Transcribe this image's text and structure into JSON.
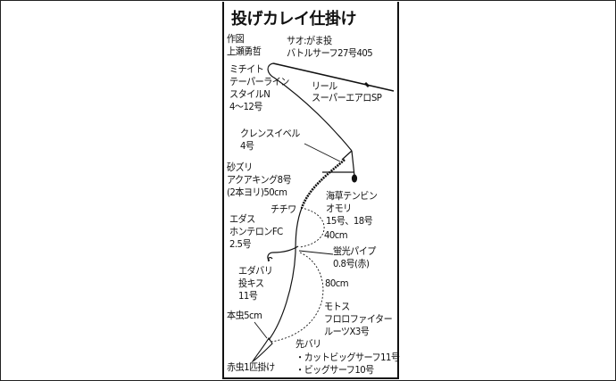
{
  "title": "投げカレイ仕掛け",
  "author": {
    "label": "作図",
    "name": "上瀬勇哲"
  },
  "rod": {
    "line1": "サオ:がま投",
    "line2": "バトルサーフ27号405"
  },
  "mainline": {
    "line1": "ミチイト",
    "line2": "テーパーライン",
    "line3": "スタイルN",
    "line4": "4〜12号"
  },
  "reel": {
    "line1": "リール",
    "line2": "スーパーエアロSP"
  },
  "swivel": {
    "line1": "クレンスイベル",
    "line2": "4号"
  },
  "shockleader": {
    "line1": "砂ズリ",
    "line2": "アクアキング8号",
    "line3": "(2本ヨリ)50cm"
  },
  "sinker": {
    "line1": "海草テンビン",
    "line2": "オモリ",
    "line3": "15号、18号"
  },
  "loop": "チチワ",
  "branchline": {
    "line1": "エダス",
    "line2": "ホンテロンFC",
    "line3": "2.5号"
  },
  "dist1": "40cm",
  "pipe": {
    "line1": "蛍光パイプ",
    "line2": "0.8号(赤)"
  },
  "branchhook": {
    "line1": "エダバリ",
    "line2": "投キス",
    "line3": "11号"
  },
  "dist2": "80cm",
  "leader": {
    "line1": "モトス",
    "line2": "フロロファイター",
    "line3": "ルーツX3号"
  },
  "bait1": "本虫5cm",
  "bait2": "赤虫1匹掛け",
  "tiphook": {
    "line1": "先バリ",
    "line2": "・カットビッグサーフ11号",
    "line3": "・ビッグサーフ10号"
  }
}
